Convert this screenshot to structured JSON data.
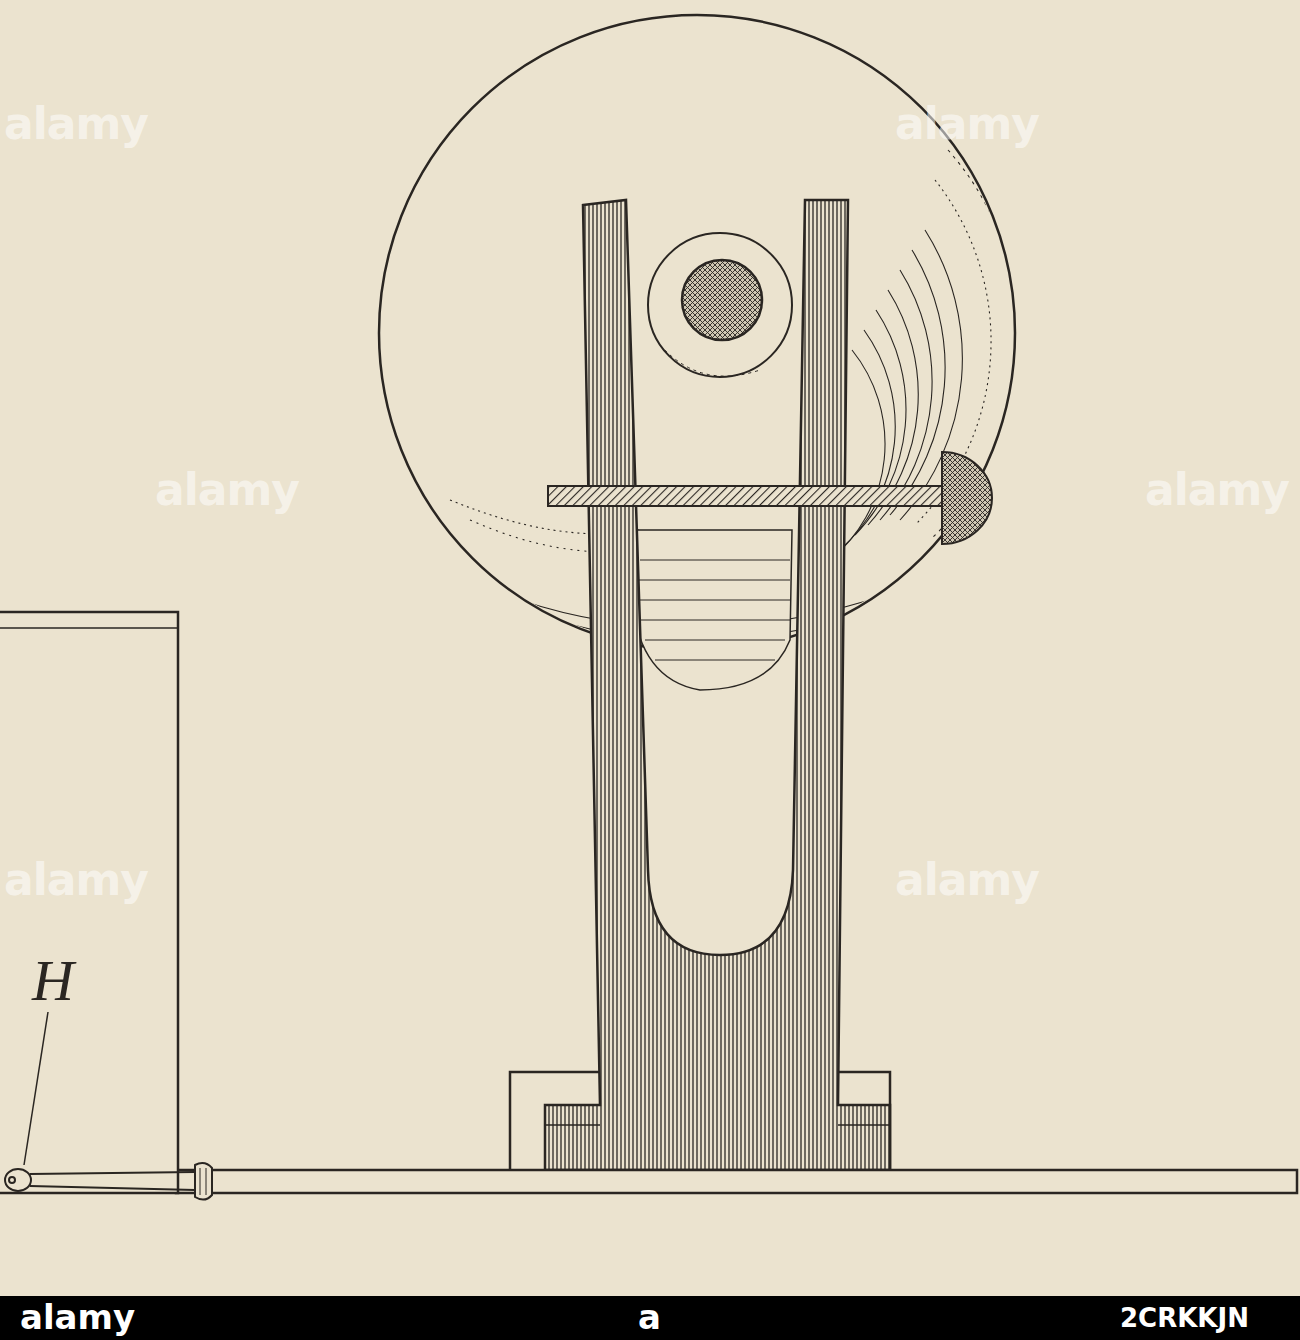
{
  "diagram": {
    "labels": [
      "H",
      "alamy",
      "alamy",
      "alamy",
      "alamy",
      "alamy",
      "alamy",
      "alamy",
      "a",
      "2CRKKJN"
    ]
  }
}
